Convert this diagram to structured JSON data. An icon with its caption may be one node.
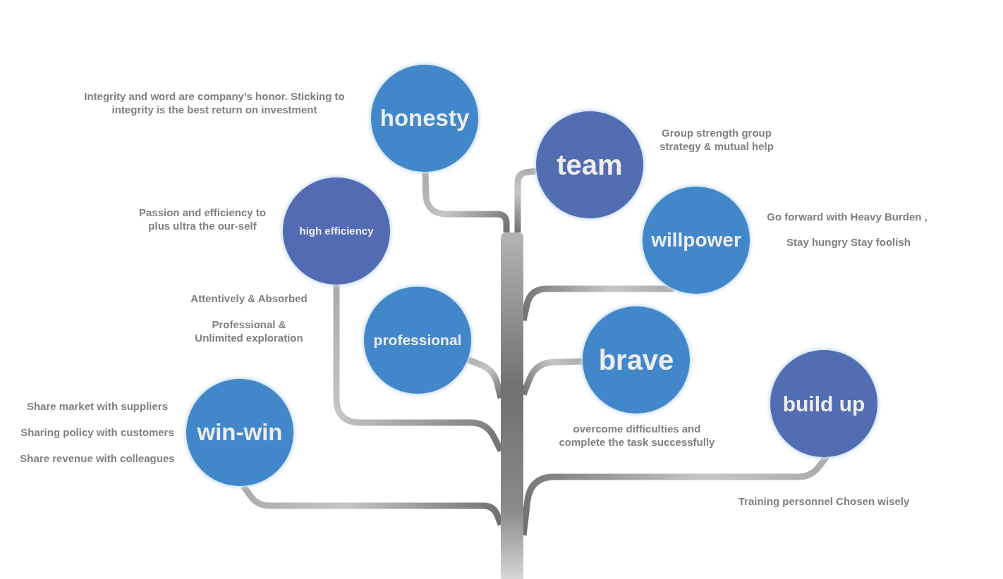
{
  "diagram": {
    "nodes": [
      {
        "text": [
          "honesty"
        ],
        "beside": [
          "Integrity and word are company’s honor. Sticking to integrity is the best return on investment"
        ]
      },
      {
        "text": [
          "team"
        ],
        "beside": [
          "Group strength group strategy & mutual help"
        ]
      },
      {
        "text": [
          "high efficiency"
        ],
        "beside": [
          "Passion and efficiency to plus ultra the our-self"
        ]
      },
      {
        "text": [
          "willpower"
        ],
        "beside": [
          "Go forward with Heavy Burden ,",
          "Stay hungry Stay foolish"
        ]
      },
      {
        "text": [
          "professional"
        ]
      },
      {
        "text": [
          "brave"
        ],
        "beside": [
          "overcome difficulties and complete the task successfully"
        ]
      },
      {
        "text": [
          "build up"
        ],
        "beside": [
          "Training personnel Chosen wisely"
        ]
      },
      {
        "text": [
          "win-win"
        ],
        "beside": [
          "Share market with suppliers",
          "Sharing policy with customers",
          "Share revenue with colleagues"
        ]
      },
      {
        "text": [],
        "shape": "bar"
      }
    ],
    "edges": [
      {
        "from": 8,
        "to": 0,
        "arrow": "none"
      },
      {
        "from": 8,
        "to": 1,
        "arrow": "none"
      },
      {
        "from": 8,
        "to": 2,
        "arrow": "none"
      },
      {
        "from": 8,
        "to": 3,
        "arrow": "none"
      },
      {
        "from": 8,
        "to": 4,
        "arrow": "none"
      },
      {
        "from": 8,
        "to": 5,
        "arrow": "none"
      },
      {
        "from": 8,
        "to": 6,
        "arrow": "none"
      },
      {
        "from": 8,
        "to": 7,
        "arrow": "none"
      }
    ],
    "labels": [
      "Attentively & Absorbed",
      "Professional & Unlimited exploration"
    ]
  }
}
